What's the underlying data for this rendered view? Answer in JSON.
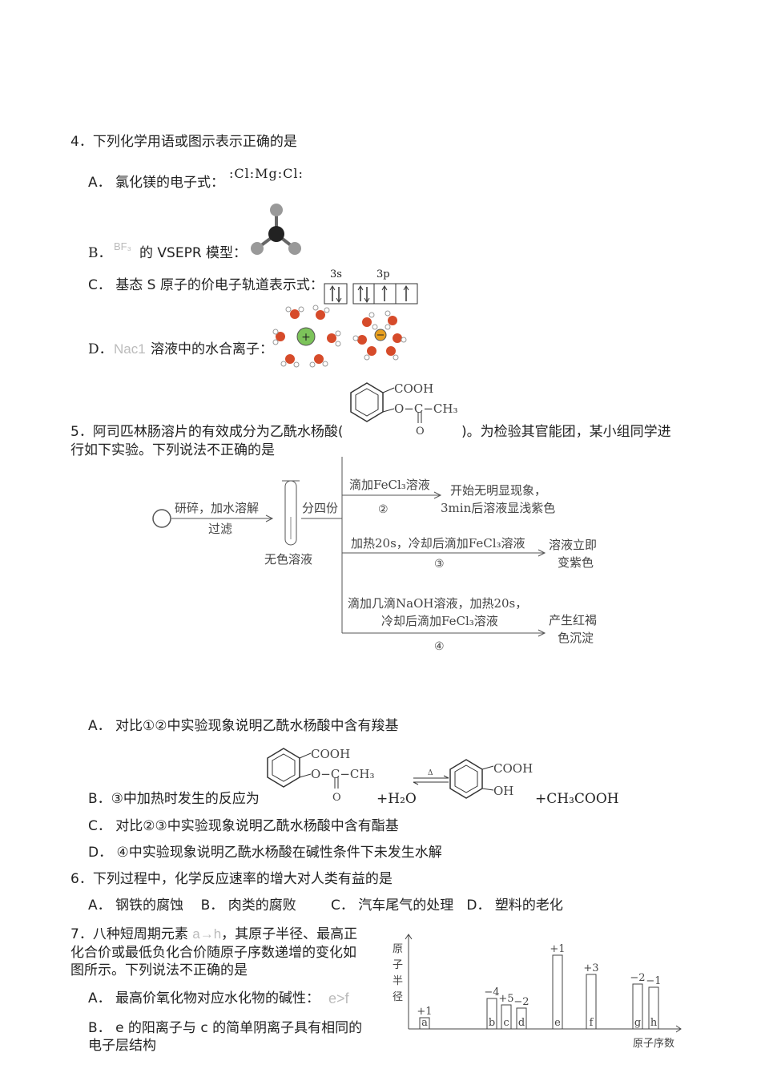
{
  "q4": {
    "stem": "4．下列化学用语或图示表示正确的是",
    "a_label": "A． 氯化镁的电子式：",
    "a_formula": ":Cl:Mg:Cl:",
    "b_label": "B．",
    "b_formula": "BF₃",
    "b_text": "的 VSEPR 模型：",
    "c_label": "C． 基态 S 原子的价电子轨道表示式：",
    "c_orb1": "3s",
    "c_orb2": "3p",
    "d_label": "D．",
    "d_formula": "Nac1",
    "d_text": "溶液中的水合离子："
  },
  "q5": {
    "stem_line1": "5．阿司匹林肠溶片的有效成分为乙酰水杨酸(",
    "stem_mid": ")。为检验其官能团，某小组同学进",
    "stem_line2": "行如下实验。下列说法不正确的是",
    "struct_cooh": "COOH",
    "struct_ester": "O−C−CH₃",
    "struct_o": "O",
    "flow": {
      "step0": "研碎，加水溶解",
      "step0b": "过滤",
      "tube_label": "无色溶液",
      "split": "分四份",
      "b2_top": "滴加FeCl₃溶液",
      "b2_num": "②",
      "b2_res1": "开始无明显现象，",
      "b2_res2": "3min后溶液显浅紫色",
      "b3_top": "加热20s，冷却后滴加FeCl₃溶液",
      "b3_num": "③",
      "b3_res1": "溶液立即",
      "b3_res2": "变紫色",
      "b4_top1": "滴加几滴NaOH溶液，加热20s，",
      "b4_top2": "冷却后滴加FeCl₃溶液",
      "b4_num": "④",
      "b4_res1": "产生红褐",
      "b4_res2": "色沉淀"
    },
    "opt_a": "A． 对比①②中实验现象说明乙酰水杨酸中含有羧基",
    "opt_b": "B．③中加热时发生的反应为",
    "opt_b_h2o": "+H₂O",
    "opt_b_arrow": "Δ",
    "opt_b_prod_cooh": "COOH",
    "opt_b_prod_oh": "OH",
    "opt_b_acetic": "+CH₃COOH",
    "opt_c": "C． 对比②③中实验现象说明乙酰水杨酸中含有酯基",
    "opt_d": "D． ④中实验现象说明乙酰水杨酸在碱性条件下未发生水解"
  },
  "q6": {
    "stem": "6．下列过程中，化学反应速率的增大对人类有益的是",
    "opts": "A． 钢铁的腐蚀    B． 肉类的腐败        C． 汽车尾气的处理   D． 塑料的老化"
  },
  "q7": {
    "stem_l1": "7．八种短周期元素 ",
    "stem_range": "a→h",
    "stem_l1b": "，其原子半径、最高正",
    "stem_l2": "化合价或最低负化合价随原子序数递增的变化如",
    "stem_l3": "图所示。下列说法不正确的是",
    "opt_a": "A． 最高价氧化物对应水化物的碱性：",
    "opt_a_rel": "e>f",
    "opt_b1": "B． e 的阳离子与 c 的简单阴离子具有相同的",
    "opt_b2": "电子层结构"
  },
  "chart_data": {
    "type": "bar",
    "ylabel": "原子半径",
    "xlabel": "原子序数",
    "categories": [
      "a",
      "b",
      "c",
      "d",
      "e",
      "f",
      "g",
      "h"
    ],
    "valences": [
      "+1",
      "−4",
      "+5",
      "−2",
      "+1",
      "+3",
      "−2",
      "−1"
    ]
  }
}
